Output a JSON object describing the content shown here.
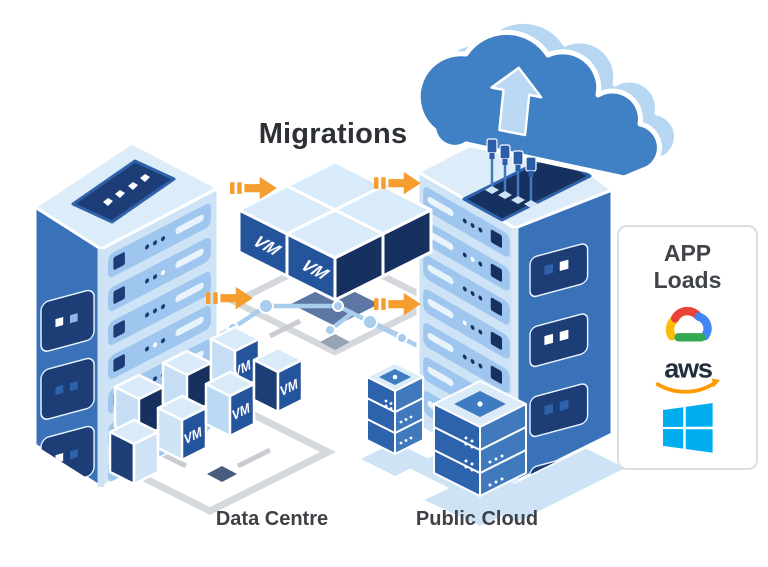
{
  "title": "Migrations",
  "diagram": {
    "data_centre_label": "Data Centre",
    "public_cloud_label": "Public Cloud",
    "vm_label": "VM"
  },
  "app_panel": {
    "line1": "APP",
    "line2": "Loads",
    "aws_text": "aws",
    "icons": [
      "google-cloud-icon",
      "aws-icon",
      "windows-icon"
    ]
  },
  "colors": {
    "accent_orange": "#f59d2f",
    "navy_dark": "#16305f",
    "navy": "#1d3d77",
    "rack_side_blue": "#3a72ba",
    "vm_face_blue": "#24549b",
    "cloud_blue": "#4080c4",
    "cloud_side_blue": "#b7d6f2",
    "face_light_blue": "#cfe3f6",
    "top_light_blue": "#ddecf9",
    "slat_blue": "#9ec6ee",
    "circuit_blue": "#a9cdec",
    "platform_gray": "#d5d8dc",
    "text_dark": "#2d3136",
    "label_gray": "#3e4246",
    "google_red": "#EA4335",
    "google_yellow": "#FBBC05",
    "google_blue": "#4285F4",
    "google_green": "#34A853",
    "aws_dark": "#232f3e",
    "aws_orange": "#FF9900",
    "windows_blue": "#00ADEF"
  }
}
